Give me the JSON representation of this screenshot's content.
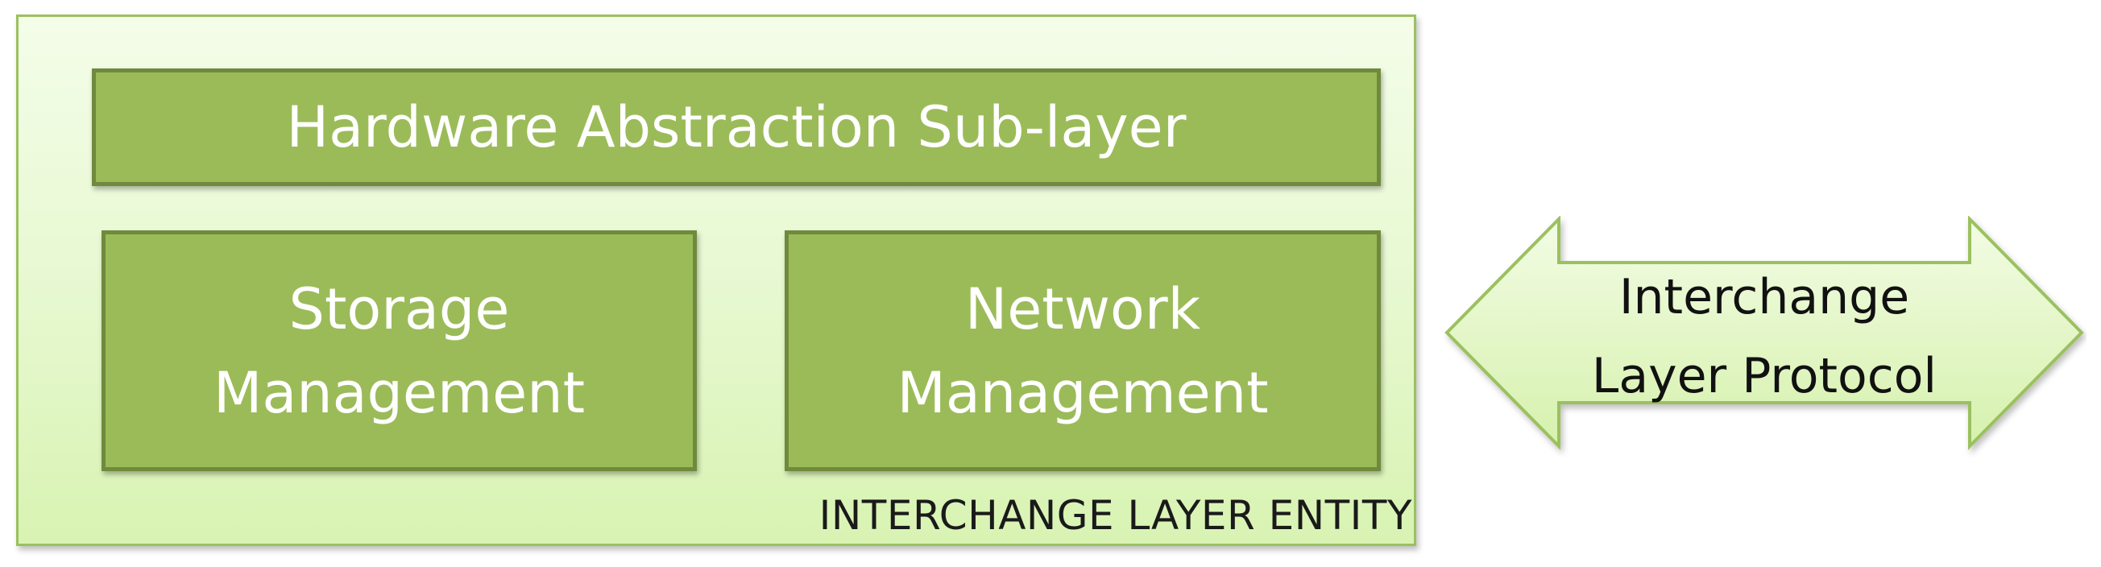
{
  "colors": {
    "block_fill": "#9bbb59",
    "block_border": "#6f8a3c",
    "entity_fill": "#e6f8cf",
    "entity_border": "#9bc15f",
    "arrow_fill": "#e2f5c5",
    "arrow_border": "#9bc15f"
  },
  "entity": {
    "label": "INTERCHANGE LAYER ENTITY",
    "hardware_abstraction": "Hardware Abstraction Sub-layer",
    "storage": {
      "line1": "Storage",
      "line2": "Management"
    },
    "network": {
      "line1": "Network",
      "line2": "Management"
    }
  },
  "protocol": {
    "line1": "Interchange",
    "line2": "Layer Protocol"
  }
}
